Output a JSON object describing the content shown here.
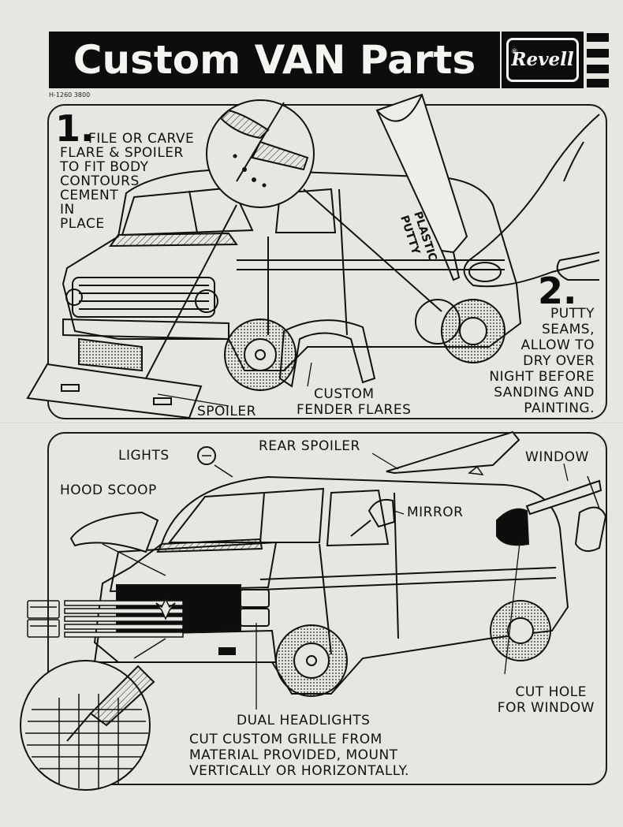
{
  "header": {
    "title": "Custom VAN Parts",
    "brand": "Revell",
    "brand_mark": "®",
    "part_number": "H-1260 3800"
  },
  "step1": {
    "number": "1.",
    "lines": [
      "FILE OR CARVE",
      "FLARE & SPOILER",
      "TO FIT BODY",
      "CONTOURS",
      "CEMENT",
      "IN",
      "PLACE"
    ],
    "tube_label_1": "PLASTIC",
    "tube_label_2": "PUTTY",
    "label_spoiler": "SPOILER",
    "label_flares_1": "CUSTOM",
    "label_flares_2": "FENDER FLARES"
  },
  "step2": {
    "number": "2.",
    "lines": [
      "PUTTY",
      "SEAMS,",
      "ALLOW TO",
      "DRY OVER",
      "NIGHT BEFORE",
      "SANDING AND",
      "PAINTING."
    ]
  },
  "lower": {
    "label_lights": "LIGHTS",
    "label_rear_spoiler": "REAR SPOILER",
    "label_window": "WINDOW",
    "label_hood_scoop": "HOOD SCOOP",
    "label_mirror": "MIRROR",
    "label_cut_hole_1": "CUT HOLE",
    "label_cut_hole_2": "FOR WINDOW",
    "label_dual_headlights": "DUAL HEADLIGHTS",
    "grille_lines": [
      "CUT CUSTOM GRILLE FROM",
      "MATERIAL PROVIDED, MOUNT",
      "VERTICALLY OR HORIZONTALLY."
    ]
  },
  "colors": {
    "paper": "#e7e6e1",
    "ink": "#111111",
    "banner": "#0d0d0d"
  }
}
